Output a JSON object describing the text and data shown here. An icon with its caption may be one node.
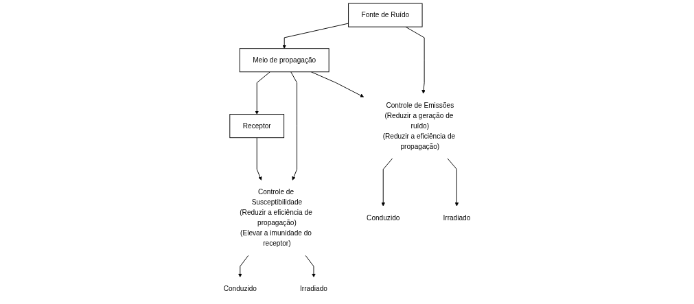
{
  "diagram": {
    "nodes": [
      {
        "text": [
          "Fonte de Ruído"
        ]
      },
      {
        "text": [
          "Meio de propagação"
        ]
      },
      {
        "text": [
          "Receptor"
        ]
      },
      {
        "text": [
          "Controle de Emissões",
          "(Reduzir a geração de ruído)",
          "(Reduzir a eficiência de propagação)"
        ]
      },
      {
        "text": [
          "Controle de Susceptibilidade",
          "(Reduzir a eficiência de propagação)",
          "(Elevar a imunidade do receptor)"
        ]
      },
      {
        "text": [
          "Conduzido"
        ]
      },
      {
        "text": [
          "Irradiado"
        ]
      },
      {
        "text": [
          "Conduzido"
        ]
      },
      {
        "text": [
          "Irradiado"
        ]
      }
    ],
    "edges": [
      {
        "from": 0,
        "to": 1,
        "arrow": "to"
      },
      {
        "from": 1,
        "to": 2,
        "arrow": "to"
      },
      {
        "from": 0,
        "to": 3,
        "arrow": "to"
      },
      {
        "from": 1,
        "to": 3,
        "arrow": "to"
      },
      {
        "from": 1,
        "to": 4,
        "arrow": "to"
      },
      {
        "from": 2,
        "to": 4,
        "arrow": "to"
      },
      {
        "from": 3,
        "to": 5,
        "arrow": "to"
      },
      {
        "from": 3,
        "to": 6,
        "arrow": "to"
      },
      {
        "from": 4,
        "to": 7,
        "arrow": "to"
      },
      {
        "from": 4,
        "to": 8,
        "arrow": "to"
      }
    ]
  }
}
